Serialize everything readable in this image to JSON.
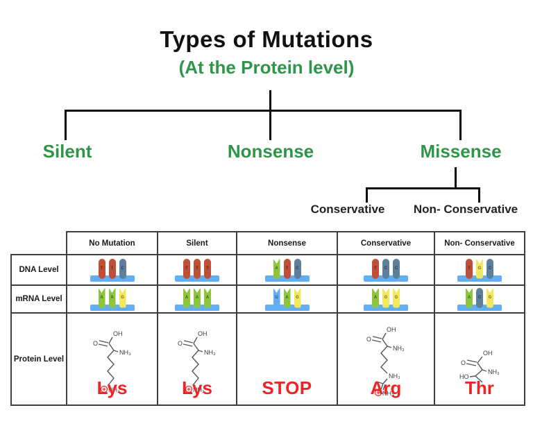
{
  "title": "Types of Mutations",
  "subtitle": "(At the Protein level)",
  "colors": {
    "accent_green": "#2e9549",
    "accent_red": "#ee2326",
    "nucleotide_red": "#c04f37",
    "nucleotide_slate": "#5d7f9b",
    "nucleotide_green": "#8cc63f",
    "nucleotide_yellow": "#f2e85c",
    "nucleotide_blue": "#62aef5",
    "backbone_blue": "#62aef5",
    "line_black": "#0d0d0d",
    "table_border": "#3d3d3d"
  },
  "tree": {
    "branches": [
      "Silent",
      "Nonsense",
      "Missense"
    ],
    "sub_branches": [
      "Conservative",
      "Non- Conservative"
    ]
  },
  "table": {
    "column_headers": [
      "No Mutation",
      "Silent",
      "Nonsense",
      "Conservative",
      "Non- Conservative"
    ],
    "row_headers": [
      "DNA Level",
      "mRNA Level",
      "Protein Level"
    ],
    "dna": [
      [
        {
          "base": "T",
          "color": "red",
          "notch": false
        },
        {
          "base": "T",
          "color": "red",
          "notch": false
        },
        {
          "base": "C",
          "color": "slate",
          "notch": false
        }
      ],
      [
        {
          "base": "T",
          "color": "red",
          "notch": false
        },
        {
          "base": "T",
          "color": "red",
          "notch": false
        },
        {
          "base": "T",
          "color": "red",
          "notch": false
        }
      ],
      [
        {
          "base": "A",
          "color": "green",
          "notch": true
        },
        {
          "base": "T",
          "color": "red",
          "notch": false
        },
        {
          "base": "C",
          "color": "slate",
          "notch": false
        }
      ],
      [
        {
          "base": "T",
          "color": "red",
          "notch": false
        },
        {
          "base": "C",
          "color": "slate",
          "notch": false
        },
        {
          "base": "C",
          "color": "slate",
          "notch": false
        }
      ],
      [
        {
          "base": "T",
          "color": "red",
          "notch": false
        },
        {
          "base": "G",
          "color": "yellow",
          "notch": true
        },
        {
          "base": "C",
          "color": "slate",
          "notch": false
        }
      ]
    ],
    "mrna": [
      [
        {
          "base": "A",
          "color": "green",
          "notch": true
        },
        {
          "base": "A",
          "color": "green",
          "notch": true
        },
        {
          "base": "G",
          "color": "yellow",
          "notch": true
        }
      ],
      [
        {
          "base": "A",
          "color": "green",
          "notch": true
        },
        {
          "base": "A",
          "color": "green",
          "notch": true
        },
        {
          "base": "A",
          "color": "green",
          "notch": true
        }
      ],
      [
        {
          "base": "U",
          "color": "blue",
          "notch": true
        },
        {
          "base": "A",
          "color": "green",
          "notch": true
        },
        {
          "base": "G",
          "color": "yellow",
          "notch": true
        }
      ],
      [
        {
          "base": "A",
          "color": "green",
          "notch": true
        },
        {
          "base": "G",
          "color": "yellow",
          "notch": true
        },
        {
          "base": "G",
          "color": "yellow",
          "notch": true
        }
      ],
      [
        {
          "base": "A",
          "color": "green",
          "notch": true
        },
        {
          "base": "C",
          "color": "slate",
          "notch": false
        },
        {
          "base": "G",
          "color": "yellow",
          "notch": true
        }
      ]
    ],
    "protein": [
      {
        "molecule": "lysine",
        "label": "Lys"
      },
      {
        "molecule": "lysine",
        "label": "Lys"
      },
      {
        "molecule": "none",
        "label": "STOP"
      },
      {
        "molecule": "arginine",
        "label": "Arg"
      },
      {
        "molecule": "threonine",
        "label": "Thr"
      }
    ]
  },
  "molecule_labels": {
    "oh": "OH",
    "o": "O",
    "nh3": "NH₃",
    "ho": "HO"
  }
}
